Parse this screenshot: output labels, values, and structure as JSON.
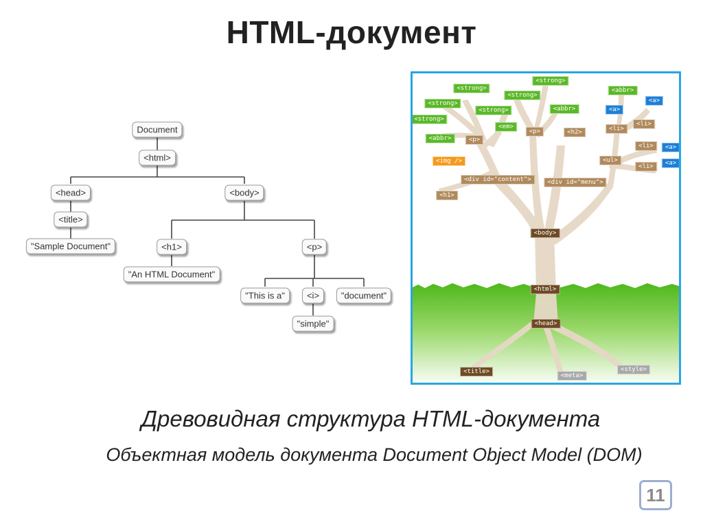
{
  "slide": {
    "title": "HTML-документ",
    "caption_primary": "Древовидная структура HTML-документа",
    "caption_secondary": "Объектная модель документа Document Object Model (DOM)",
    "page_number": "11"
  },
  "dom_diagram": {
    "nodes": {
      "document": "Document",
      "html": "<html>",
      "head": "<head>",
      "title": "<title>",
      "sample_document": "\"Sample Document\"",
      "body": "<body>",
      "h1": "<h1>",
      "an_html_document": "\"An HTML Document\"",
      "p": "<p>",
      "this_is_a": "\"This is a\"",
      "i": "<i>",
      "simple": "\"simple\"",
      "document_text": "\"document\""
    }
  },
  "tree_illustration": {
    "colors": {
      "branch": "#e6d8c6",
      "grass": "#4fb81c",
      "frame": "#27a6e4",
      "element_tag": "#b08a5c",
      "root_tag": "#6e4a24",
      "text_tag": "#5cb82a",
      "link_tag": "#1e7fd6",
      "image_tag": "#f49b1d",
      "meta_tag": "#a9a9a9"
    },
    "tags": {
      "strong1": "<strong>",
      "strong2": "<strong>",
      "strong3": "<strong>",
      "strong4": "<strong>",
      "strong5": "<strong>",
      "strong6": "<strong>",
      "abbr1": "<abbr>",
      "abbr2": "<abbr>",
      "abbr3": "<abbr>",
      "em": "<em>",
      "p1": "<p>",
      "p2": "<p>",
      "h2": "<h2>",
      "a1": "<a>",
      "a2": "<a>",
      "a3": "<a>",
      "a4": "<a>",
      "li1": "<li>",
      "li2": "<li>",
      "li3": "<li>",
      "li4": "<li>",
      "ul": "<ul>",
      "img": "<img />",
      "div_content": "<div id=\"content\">",
      "div_menu": "<div id=\"menu\">",
      "h1": "<h1>",
      "body": "<body>",
      "html": "<html>",
      "head": "<head>",
      "title": "<title>",
      "meta": "<meta>",
      "style": "<style>"
    }
  }
}
